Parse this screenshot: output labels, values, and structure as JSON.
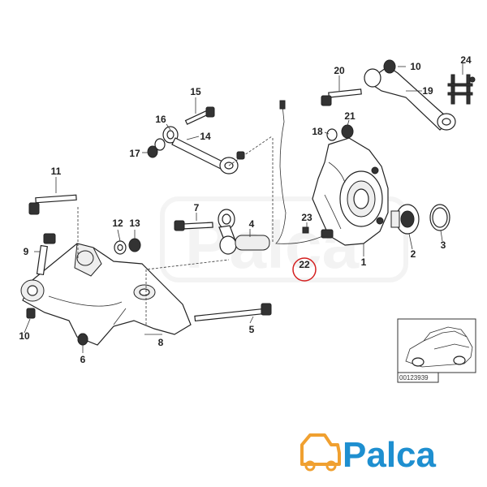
{
  "diagram": {
    "part_numbers": [
      "20",
      "10",
      "24",
      "19",
      "15",
      "21",
      "18",
      "16",
      "14",
      "17",
      "11",
      "7",
      "4",
      "23",
      "12",
      "13",
      "1",
      "2",
      "3",
      "9",
      "22",
      "8",
      "5",
      "10",
      "6"
    ],
    "highlighted_part": "22",
    "reference_code": "00123939"
  },
  "logo": {
    "text": "Palca",
    "brand_color": "#1e8fd0",
    "accent_color": "#f0a030"
  },
  "watermark": {
    "text": "Palca"
  }
}
